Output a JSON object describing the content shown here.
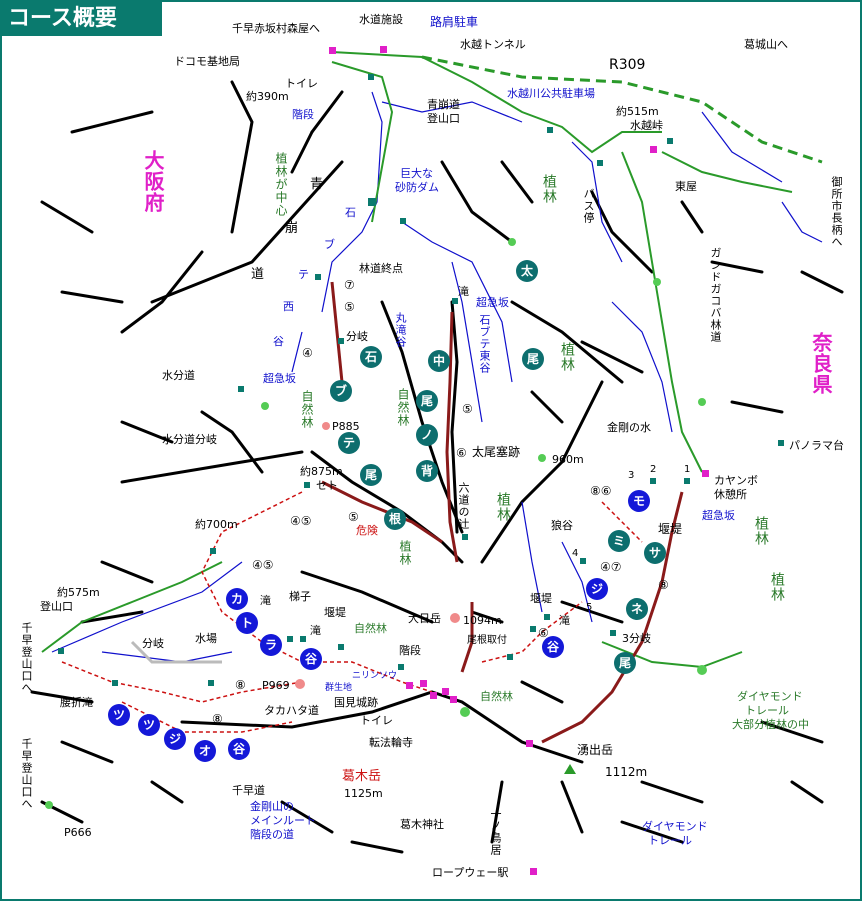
{
  "title": "コース概要",
  "prefectures": {
    "osaka": "大阪府",
    "nara": "奈良県"
  },
  "labels": {
    "chihaya_akasaka": "千早赤坂村森屋へ",
    "suido_shisetsu": "水道施設",
    "rokata_chusha": "路肩駐車",
    "mizukoshi_tunnel": "水越トンネル",
    "docomo": "ドコモ基地局",
    "r309": "R309",
    "katsuragi_he": "葛城山へ",
    "yaku390": "約390m",
    "toilet1": "トイレ",
    "aosakido": "青崩道",
    "tozanguchi1": "登山口",
    "mizukoshi_parking": "水越川公共駐車場",
    "yaku515": "約515m",
    "mizukoshi_toge": "水越峠",
    "kaidan1": "階段",
    "higashiya": "東屋",
    "gosho": "御所市長柄へ",
    "kyodai_sabo": "巨大な",
    "sabo_dam": "砂防ダム",
    "bus_tei": "バス停",
    "shokurin_chushin": "植林が中心",
    "ao": "青",
    "kuzure": "崩",
    "michi": "道",
    "ishi": "石",
    "bu": "ブ",
    "te": "テ",
    "nishi": "西",
    "tani": "谷",
    "rindo_shuten": "林道終点",
    "gandogakoya": "ガンドガコバ林道",
    "taki1": "滝",
    "chokyuhan1": "超急坂",
    "maru_taki_tani": "丸滝谷",
    "ishibute_higashitani": "石ブテ東谷",
    "bunki1": "分岐",
    "chokyuhan2": "超急坂",
    "mizubundo": "水分道",
    "shizenrin1": "自然林",
    "shizenrin2": "自然林",
    "p885": "P885",
    "mizubundo_bunki": "水分道分岐",
    "kongo_mizu": "金剛の水",
    "panorama": "パノラマ台",
    "taiosaigai": "太尾塞跡",
    "m960": "960m",
    "yaku875": "約875m",
    "seto": "セト",
    "kayanbo": "カヤンボ",
    "kyukeisho": "休憩所",
    "rokudo_tsuji": "六道の辻",
    "kiken": "危険",
    "yaku700": "約700m",
    "entei1": "堰堤",
    "chokyuhan3": "超急坂",
    "okamidani": "狼谷",
    "shokurin_center": "植林",
    "yaku575": "約575m",
    "tozanguchi2": "登山口",
    "hashigo": "梯子",
    "entei2": "堰堤",
    "entei3": "堰堤",
    "shizenrin3": "自然林",
    "dainichidake": "大日岳",
    "m1094": "1094m",
    "taki2": "滝",
    "taki3": "滝",
    "taki4": "滝",
    "bunki2": "分岐",
    "sanpun_bunki": "3分岐",
    "chihaya_tozanguchi": "千早登山口へ",
    "mizuba": "水場",
    "kaidan2": "階段",
    "one_tsuki": "尾根取付",
    "nirinso": "ニリンソウ",
    "gunseichi": "群生地",
    "p969": "P969",
    "koshiori_taki": "腰折滝",
    "takahata_michi": "タカハタ道",
    "kunimi": "国見城跡",
    "toilet2": "トイレ",
    "shizenrin4": "自然林",
    "tenporinji": "転法輪寺",
    "wakidedake": "湧出岳",
    "m1112": "1112m",
    "diamond_trail": "ダイヤモンド",
    "trail": "トレール",
    "daibubun": "大部分植林の中",
    "chihaya_michi": "千早道",
    "kongozan_main1": "金剛山の",
    "kongozan_main2": "メインルート",
    "kaidan_michi": "階段の道",
    "katsuragi_dake": "葛木岳",
    "m1125": "1125m",
    "chihaya_tozanguchi2": "千早登山口へ",
    "p666": "P666",
    "katsuragi_jinja": "葛木神社",
    "ichinotorii": "一ノ鳥居",
    "diamond_trail2": "ダイヤモンド",
    "trail2": "トレール",
    "ropeway": "ロープウェー駅",
    "shokurin1": "植林",
    "shokurin2": "植林",
    "shokurin3": "植林",
    "shokurin4": "植林",
    "shokurin5": "植林",
    "shokurin6": "植林"
  },
  "teal_trail": [
    "石",
    "ブ",
    "テ",
    "尾",
    "根",
    "中",
    "尾",
    "ノ",
    "背",
    "太",
    "尾",
    "モ",
    "ミ",
    "サ",
    "ネ",
    "尾"
  ],
  "blue_trail": [
    "カ",
    "ト",
    "ラ",
    "谷",
    "ジ",
    "ツ",
    "ツ",
    "ジ",
    "オ",
    "谷"
  ],
  "route_numbers": [
    "⑦",
    "⑤",
    "④",
    "⑤",
    "⑥",
    "④⑤",
    "④⑤",
    "⑧",
    "⑧",
    "⑧⑥",
    "④⑦",
    "⑧",
    "⑥",
    "⑤",
    "1",
    "2",
    "3",
    "4",
    "5",
    "6"
  ],
  "colors": {
    "teal": "#0d6e6e",
    "blue": "#1418d8",
    "road": "#2a9a2a",
    "trail_red": "#cc1111",
    "ridge": "#000000"
  }
}
